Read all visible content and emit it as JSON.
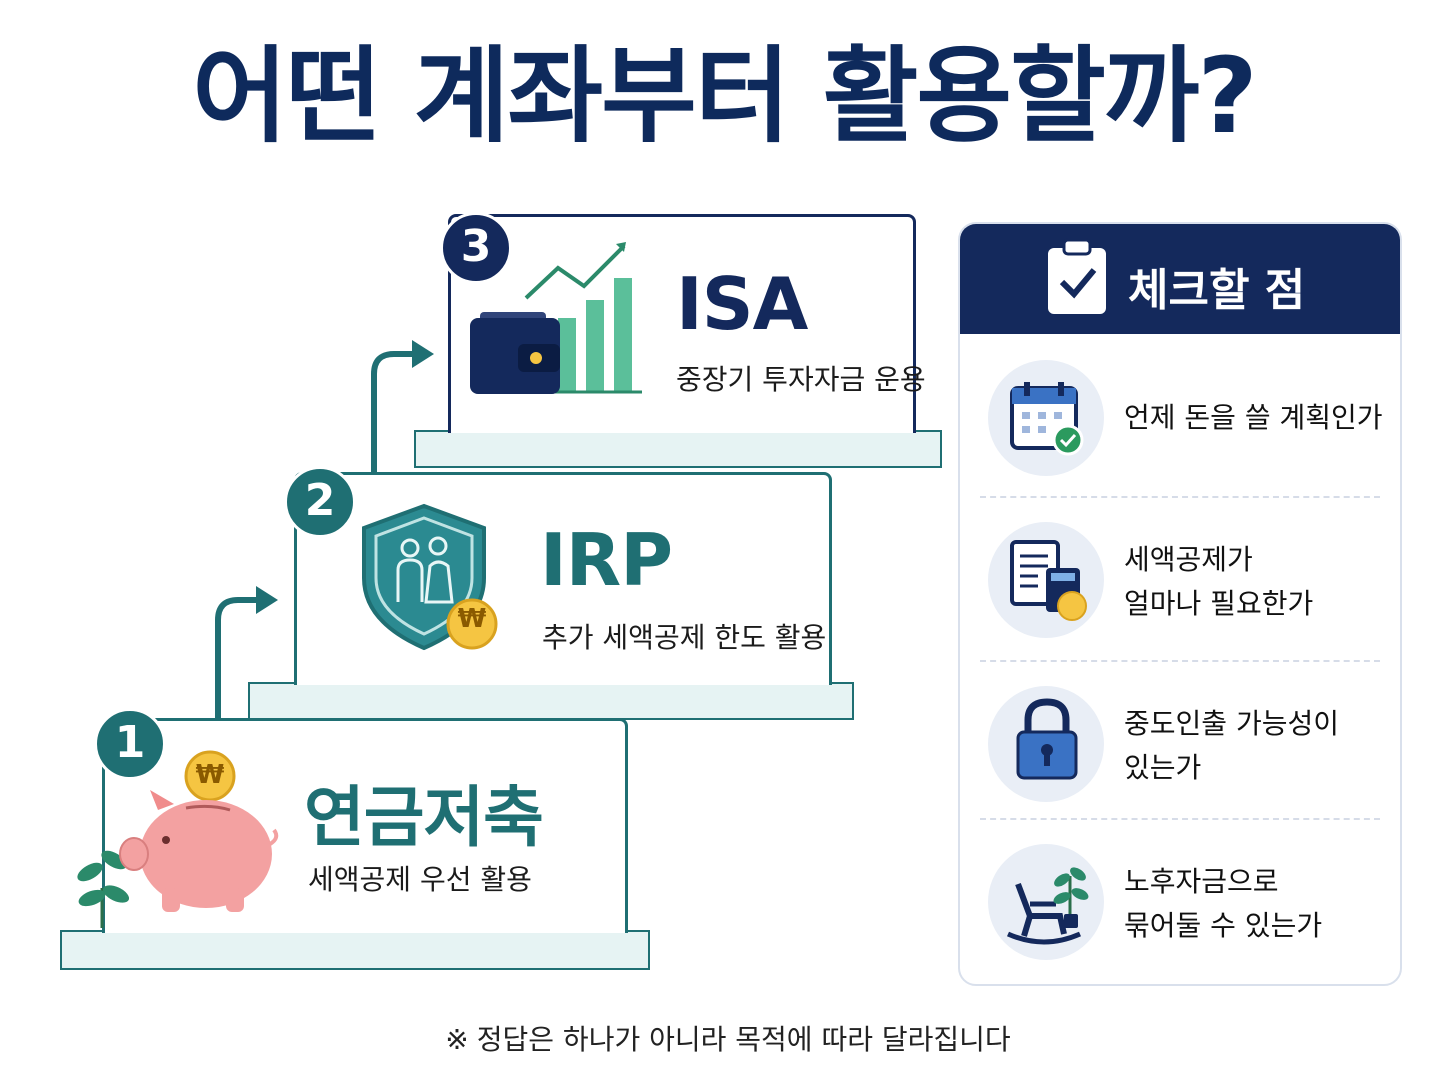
{
  "title": "어떤 계좌부터 활용할까?",
  "steps": [
    {
      "number": "1",
      "name": "연금저축",
      "desc": "세액공제 우선 활용"
    },
    {
      "number": "2",
      "name": "IRP",
      "desc": "추가 세액공제 한도 활용"
    },
    {
      "number": "3",
      "name": "ISA",
      "desc": "중장기 투자자금 운용"
    }
  ],
  "checklist": {
    "title": "체크할 점",
    "items": [
      {
        "line1": "언제 돈을 쓸 계획인가",
        "line2": "",
        "icon": "calendar-icon"
      },
      {
        "line1": "세액공제가",
        "line2": "얼마나 필요한가",
        "icon": "document-calculator-icon"
      },
      {
        "line1": "중도인출 가능성이",
        "line2": "있는가",
        "icon": "lock-icon"
      },
      {
        "line1": "노후자금으로",
        "line2": "묶어둘 수 있는가",
        "icon": "rocking-chair-icon"
      }
    ]
  },
  "footnote": {
    "mark": "※",
    "text": "정답은 하나가 아니라 목적에 따라 달라집니다"
  },
  "coin_symbol": "₩",
  "colors": {
    "navy": "#14295c",
    "teal": "#1f6f73",
    "green": "#2b8a6a",
    "pig": "#f3a1a1",
    "coin": "#f5c542"
  }
}
